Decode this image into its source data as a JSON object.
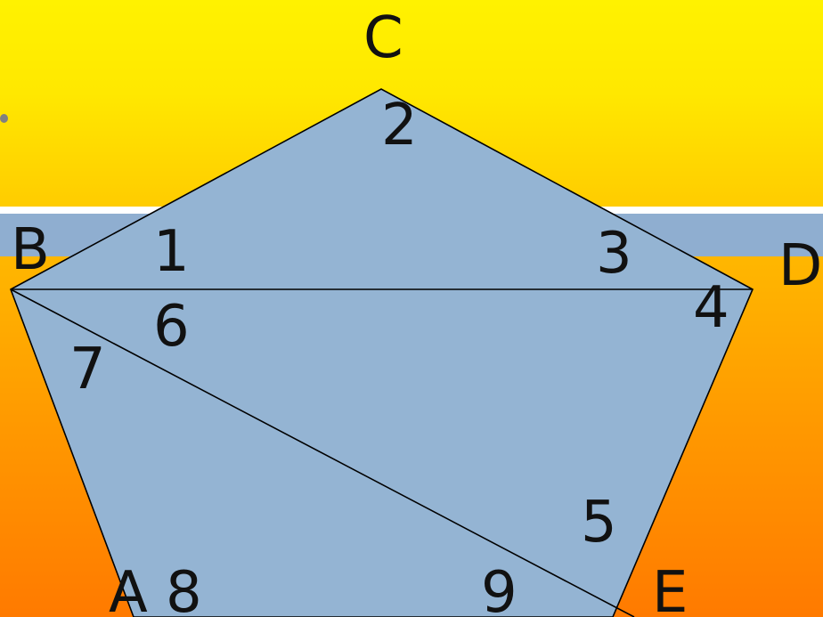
{
  "diagram": {
    "colors": {
      "fill": "#94b4d3",
      "stroke": "#000000",
      "band": "#8faed0",
      "top_gradient": "#fff200",
      "bottom_gradient": "#ff7a00",
      "bullet": "#808080"
    },
    "vertices": {
      "A": "A",
      "B": "B",
      "C": "C",
      "D": "D",
      "E": "E"
    },
    "angles": [
      "1",
      "2",
      "3",
      "4",
      "5",
      "6",
      "7",
      "8",
      "9"
    ]
  }
}
